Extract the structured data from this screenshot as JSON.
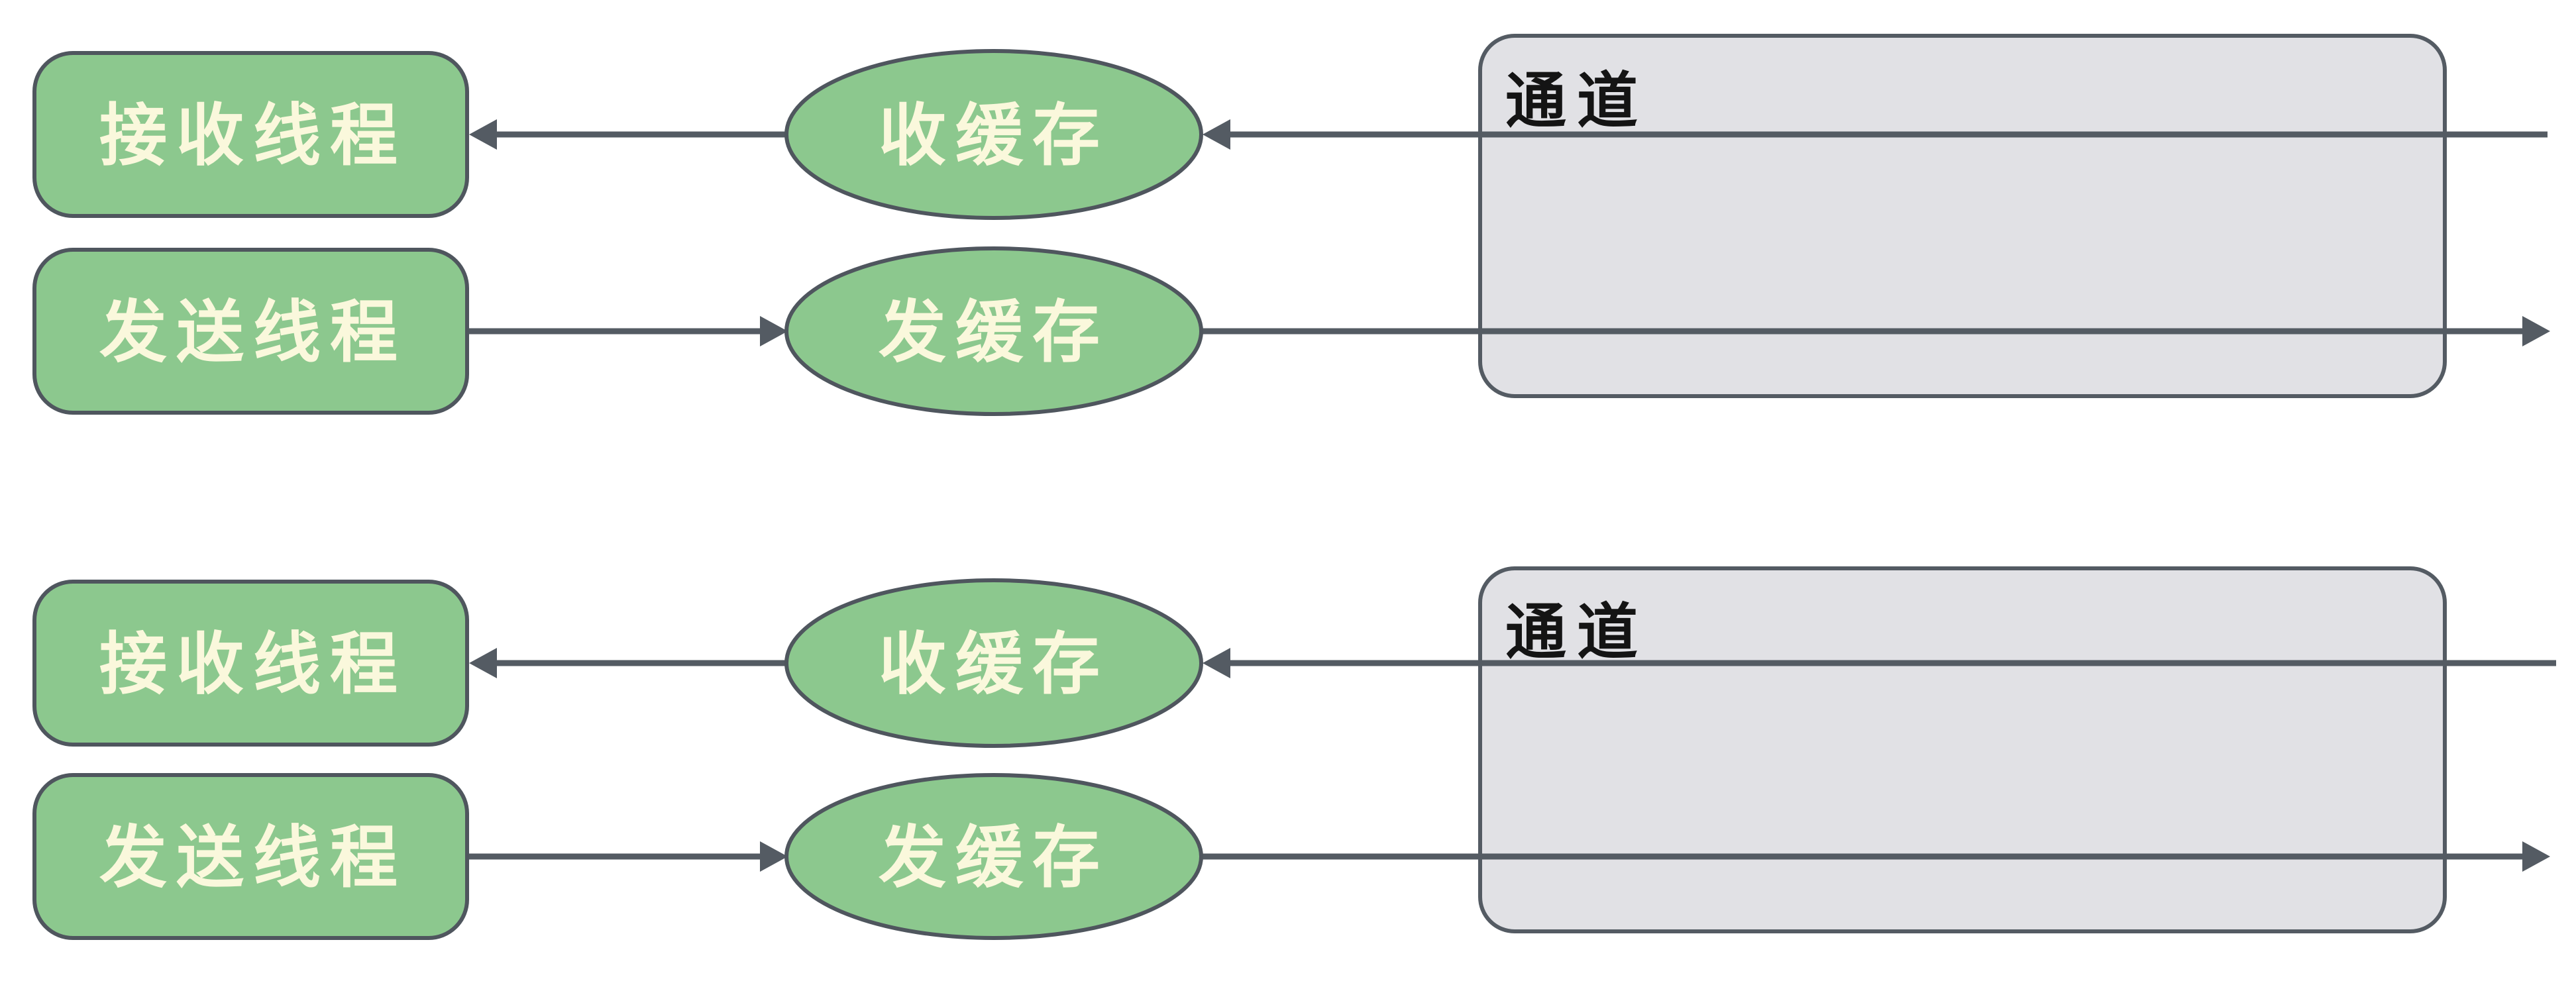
{
  "palette": {
    "background": "#ffffff",
    "node_fill": "#8cc88e",
    "node_border": "#4f565e",
    "node_text": "#faf8dc",
    "channel_fill": "#e1e1e5",
    "channel_border": "#545b63",
    "channel_text": "#141414",
    "arrow": "#545b63"
  },
  "diagrams": [
    {
      "receive_thread": "接收线程",
      "send_thread": "发送线程",
      "receive_buffer": "收缓存",
      "send_buffer": "发缓存",
      "channel": "通道"
    },
    {
      "receive_thread": "接收线程",
      "send_thread": "发送线程",
      "receive_buffer": "收缓存",
      "send_buffer": "发缓存",
      "channel": "通道"
    }
  ]
}
